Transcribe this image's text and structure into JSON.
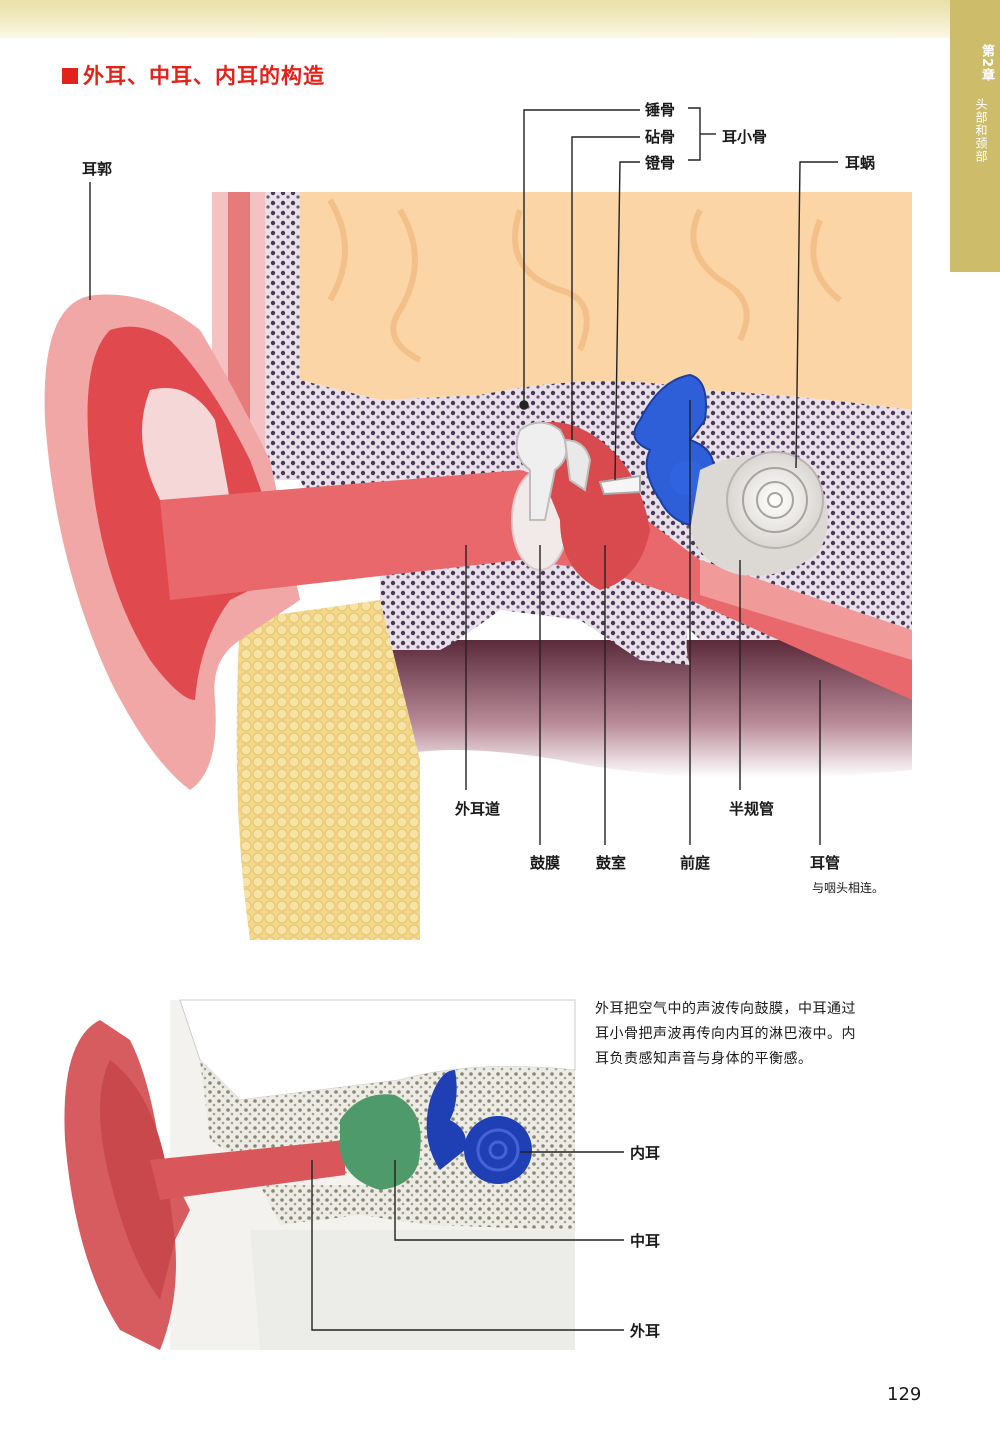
{
  "header": {
    "chapter": "第2章",
    "chapter_name": "头部和颈部"
  },
  "section_title": "外耳、中耳、内耳的构造",
  "main_diagram": {
    "labels": {
      "auricle": "耳郭",
      "malleus": "锤骨",
      "incus": "砧骨",
      "stapes": "镫骨",
      "ossicles": "耳小骨",
      "cochlea": "耳蜗",
      "ear_canal": "外耳道",
      "eardrum": "鼓膜",
      "tympanic_cavity": "鼓室",
      "vestibule": "前庭",
      "semicircular_canals": "半规管",
      "eustachian_tube": "耳管",
      "eustachian_note": "与咽头相连。"
    }
  },
  "description": "外耳把空气中的声波传向鼓膜，中耳通过耳小骨把声波再传向内耳的淋巴液中。内耳负责感知声音与身体的平衡感。",
  "small_diagram": {
    "labels": {
      "inner_ear": "内耳",
      "middle_ear": "中耳",
      "outer_ear": "外耳"
    }
  },
  "page_number": "129",
  "colors": {
    "title_red": "#e2231a",
    "chapter_tab": "#cdbd6b",
    "inner_ear_blue": "#1f3fb5",
    "middle_ear_green": "#4f9a6a",
    "outer_ear_red": "#d9575b"
  }
}
